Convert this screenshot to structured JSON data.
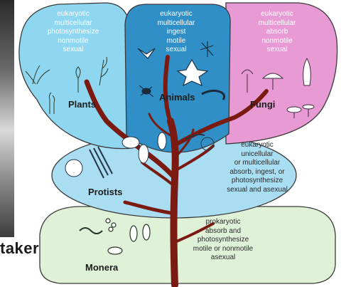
{
  "kingdoms": {
    "plants": {
      "name": "Plants",
      "traits": [
        "eukaryotic",
        "multicellular",
        "photosynthesize",
        "nonmotile",
        "sexual"
      ],
      "color": "#8fd6f0"
    },
    "animals": {
      "name": "Animals",
      "traits": [
        "eukaryotic",
        "multicellular",
        "ingest",
        "motile",
        "sexual"
      ],
      "color": "#2f8fc6"
    },
    "fungi": {
      "name": "Fungi",
      "traits": [
        "eukaryotic",
        "multicellular",
        "absorb",
        "nonmotile",
        "sexual"
      ],
      "color": "#e89ad4"
    },
    "protists": {
      "name": "Protists",
      "traits": [
        "eukaryotic",
        "unicellular",
        "or multicellular",
        "absorb, ingest, or",
        "photosynthesize",
        "sexual and asexual"
      ],
      "color": "#a9ddf2"
    },
    "monera": {
      "name": "Monera",
      "traits": [
        "prokaryotic",
        "absorb and",
        "photosynthesize",
        "motile or nonmotile",
        "asexual"
      ],
      "color": "#dff2d8"
    }
  },
  "cut_off_text": "taker",
  "tree_color": "#7a1a10"
}
